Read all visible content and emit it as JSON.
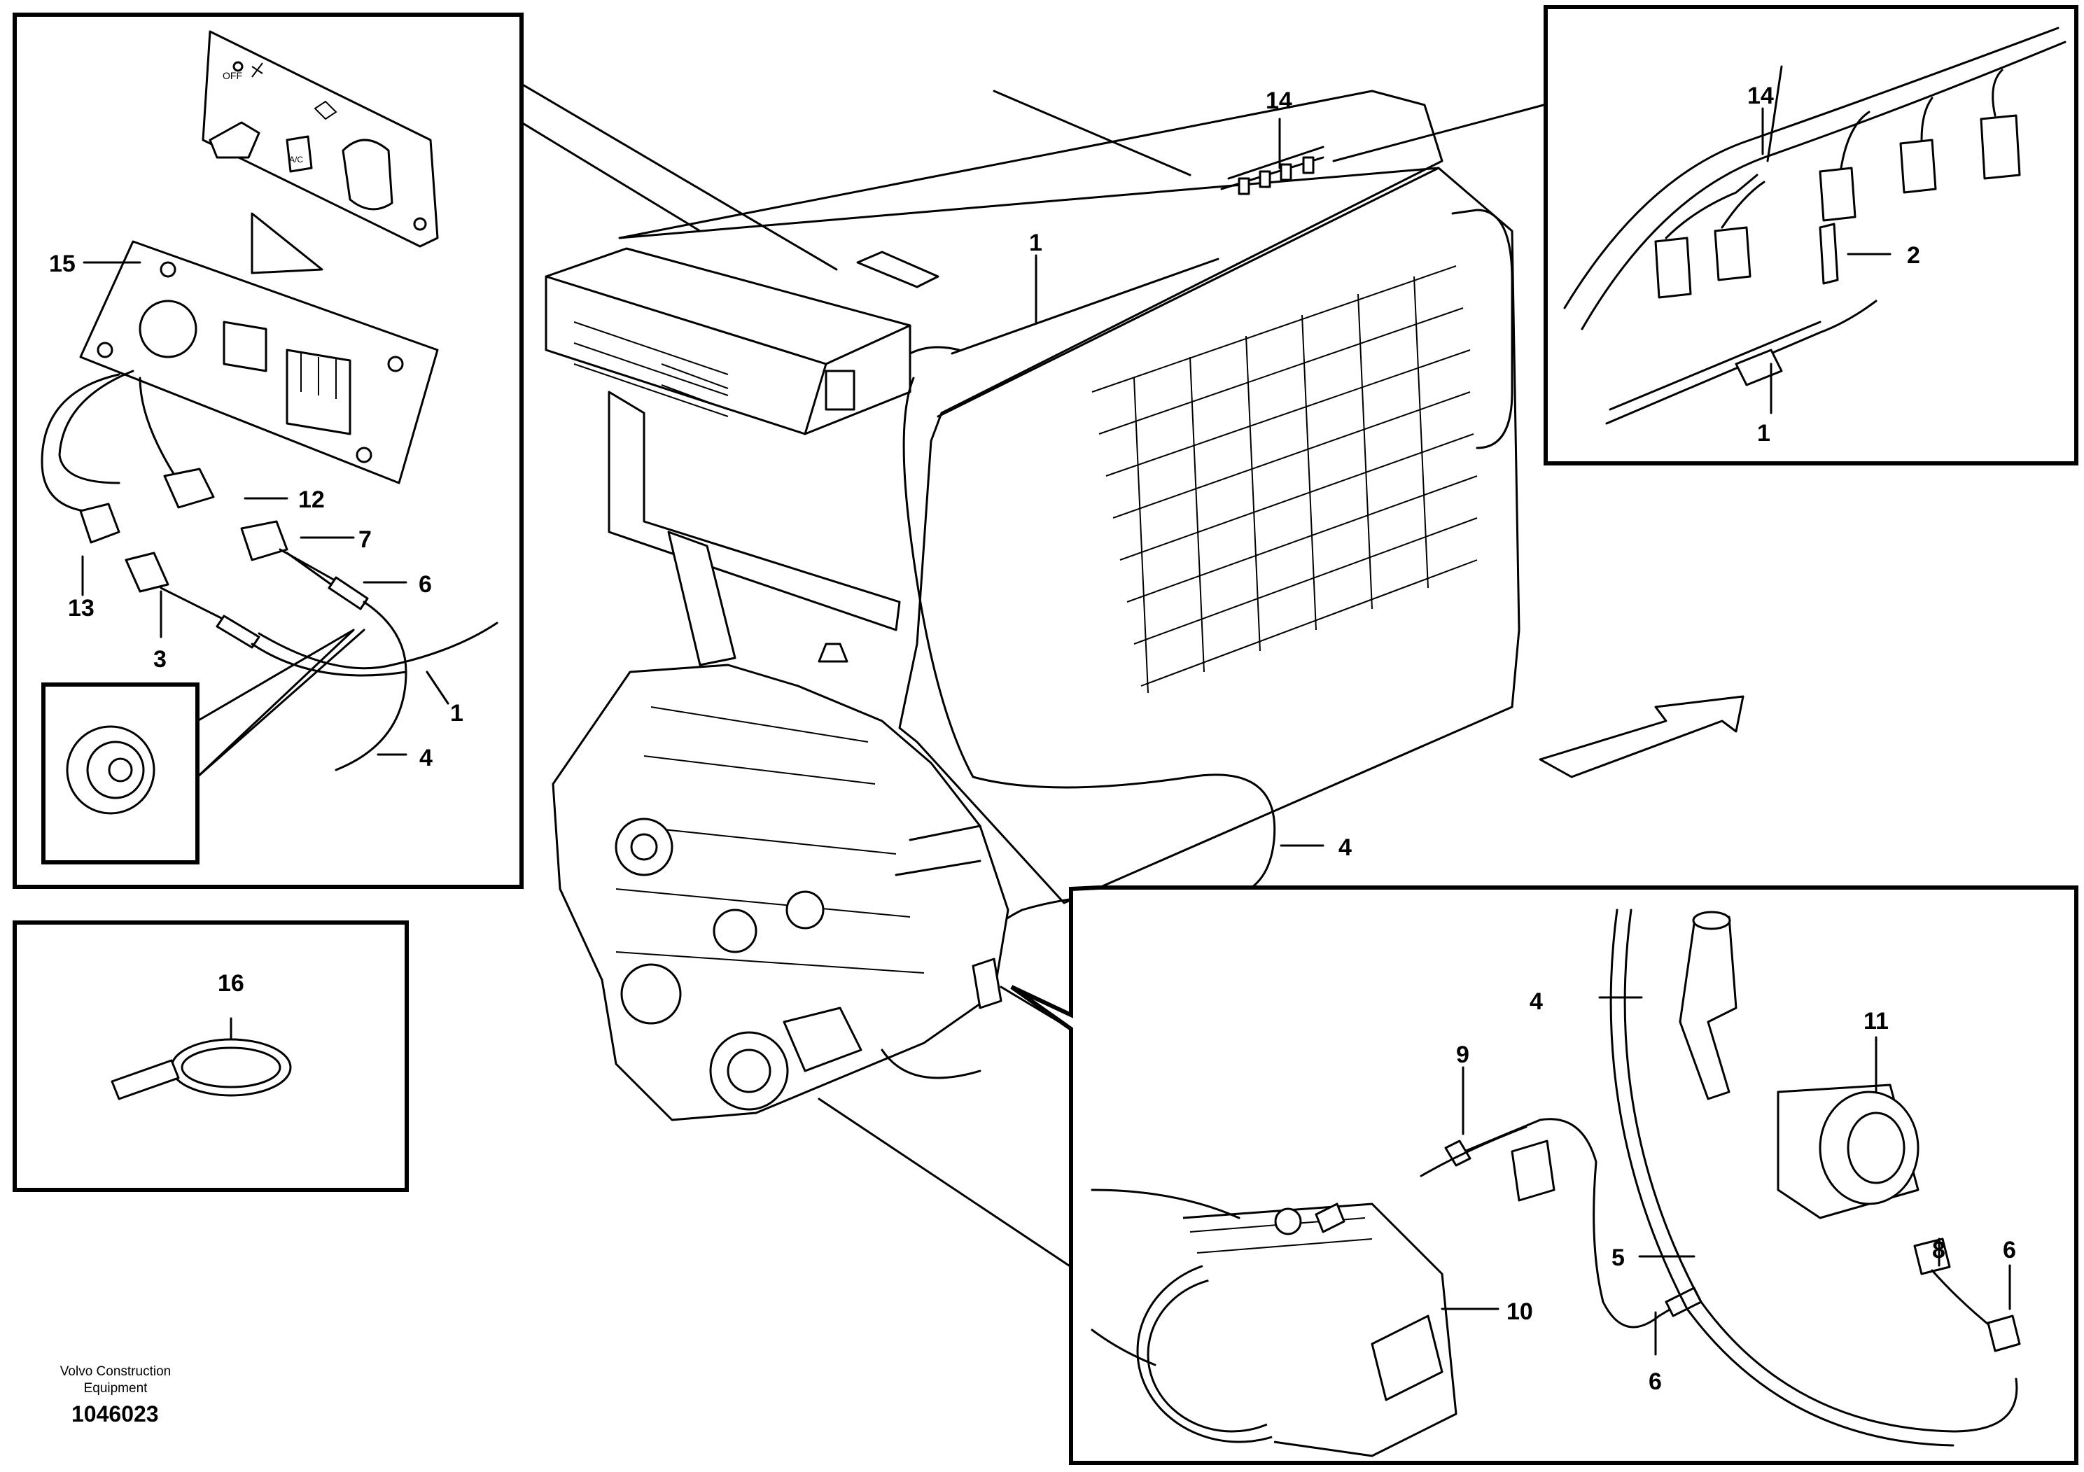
{
  "footer": {
    "company": "Volvo Construction Equipment",
    "drawing_number": "1046023"
  },
  "panel_text": {
    "off": "OFF",
    "ac": "A/C"
  },
  "callouts": {
    "c1": "1",
    "c2": "2",
    "c3": "3",
    "c4": "4",
    "c5": "5",
    "c6": "6",
    "c7": "7",
    "c8": "8",
    "c9": "9",
    "c10": "10",
    "c11": "11",
    "c12": "12",
    "c13": "13",
    "c14": "14",
    "c15": "15",
    "c16": "16"
  }
}
